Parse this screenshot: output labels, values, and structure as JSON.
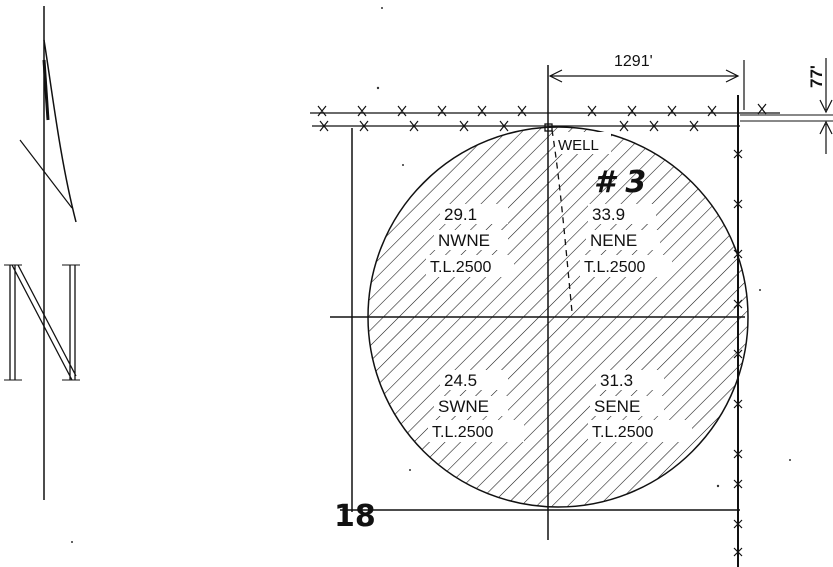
{
  "north_arrow": {
    "letter": "N"
  },
  "dimensions": {
    "horizontal": "1291'",
    "vertical": "77'"
  },
  "well": {
    "label": "WELL",
    "number": "# 3"
  },
  "section": {
    "number": "18"
  },
  "tracts": [
    {
      "acres": "29.1",
      "name": "NWNE",
      "tl": "T.L.2500"
    },
    {
      "acres": "33.9",
      "name": "NENE",
      "tl": "T.L.2500"
    },
    {
      "acres": "24.5",
      "name": "SWNE",
      "tl": "T.L.2500"
    },
    {
      "acres": "31.3",
      "name": "SENE",
      "tl": "T.L.2500"
    }
  ],
  "colors": {
    "ink": "#111111",
    "paper": "#ffffff"
  }
}
